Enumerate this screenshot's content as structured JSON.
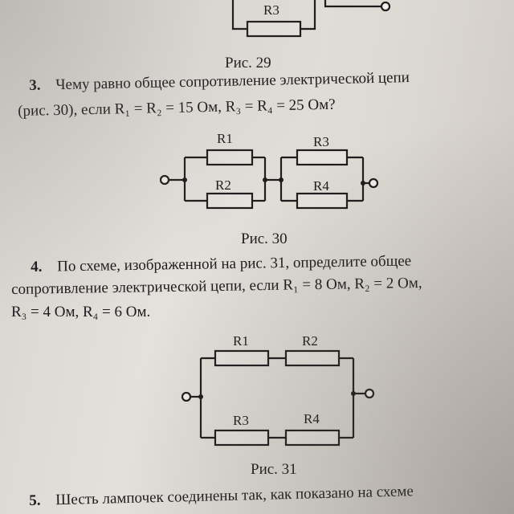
{
  "fig29": {
    "r3": "R3",
    "caption": "Рис. 29"
  },
  "problem3": {
    "number": "3.",
    "line1": "Чему равно общее сопротивление электрической цепи",
    "line2": "(рис. 30), если R₁ = R₂ = 15 Ом, R₃ = R₄ = 25 Ом?",
    "labels": [
      "R1",
      "R2",
      "R3",
      "R4"
    ],
    "caption": "Рис. 30"
  },
  "problem4": {
    "number": "4.",
    "line1": "По схеме, изображенной на рис. 31, определите общее",
    "line2": "сопротивление электрической цепи, если R₁ = 8 Ом, R₂ = 2 Ом,",
    "line3": "R₃ = 4 Ом, R₄ = 6 Ом.",
    "labels": [
      "R1",
      "R2",
      "R3",
      "R4"
    ],
    "caption": "Рис. 31"
  },
  "problem5": {
    "number": "5.",
    "line1": "Шесть лампочек соединены так, как показано на схеме"
  }
}
